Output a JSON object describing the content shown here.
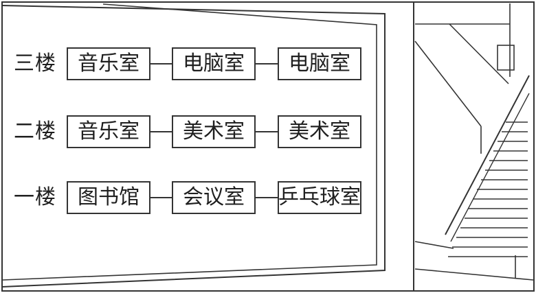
{
  "floors": [
    {
      "label": "三楼",
      "rooms": [
        "音乐室",
        "电脑室",
        "电脑室"
      ]
    },
    {
      "label": "二楼",
      "rooms": [
        "音乐室",
        "美术室",
        "美术室"
      ]
    },
    {
      "label": "一楼",
      "rooms": [
        "图书馆",
        "会议室",
        "乒乓球室"
      ]
    }
  ],
  "colors": {
    "line": "#333333",
    "text": "#1f1f1f",
    "background": "#ffffff"
  }
}
